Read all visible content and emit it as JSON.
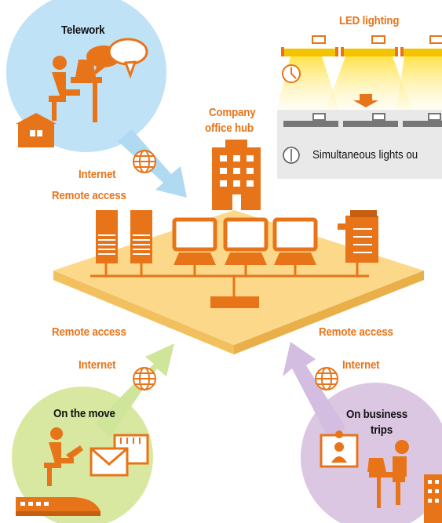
{
  "labels": {
    "telework": "Telework",
    "led_lighting": "LED lighting",
    "company_hub_line1": "Company",
    "company_hub_line2": "office hub",
    "simultaneous_lights_out": "Simultaneous lights ou",
    "internet_top": "Internet",
    "remote_access_top": "Remote access",
    "remote_access_left": "Remote access",
    "remote_access_right": "Remote access",
    "internet_left": "Internet",
    "internet_right": "Internet",
    "on_the_move": "On the move",
    "on_business_line1": "On business",
    "on_business_line2": "trips"
  },
  "colors": {
    "orange": "#e8741a",
    "platform": "#fcd98a",
    "telework_bubble": "#bfe2f6",
    "move_bubble": "#d9e8a0",
    "business_bubble": "#dcc7e3",
    "arrow_blue": "#b0d9f2",
    "arrow_green": "#cfe59a",
    "arrow_purple": "#d3bde0",
    "led_panel": "#e9e9e9",
    "led_yellow": "#f5c400"
  },
  "icons": [
    "globe-icon",
    "person-at-desk-icon",
    "speech-bubble-icon",
    "house-icon",
    "building-icon",
    "server-icon",
    "monitor-icon",
    "printer-icon",
    "envelope-icon",
    "train-icon",
    "clock-icon",
    "video-call-icon",
    "ceiling-light-icon"
  ]
}
